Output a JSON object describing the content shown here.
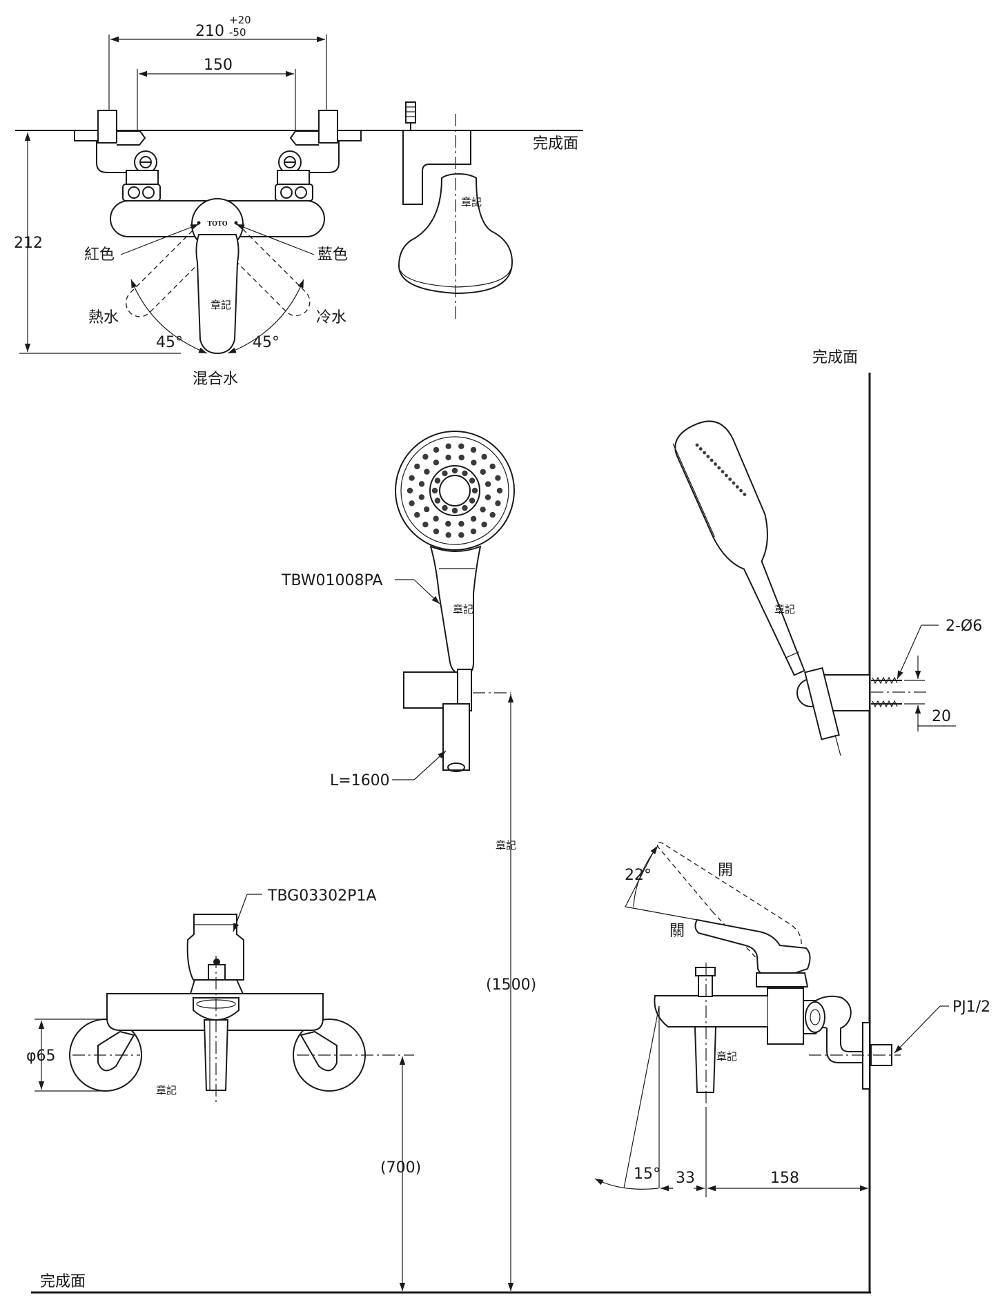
{
  "dimensions": {
    "width_210": "210",
    "tol_plus": "+20",
    "tol_minus": "-50",
    "width_150": "150",
    "height_212": "212",
    "angle_45": "45°",
    "dia_65": "φ65",
    "height_700": "(700)",
    "height_1500": "(1500)",
    "angle_22": "22°",
    "angle_15": "15°",
    "depth_33": "33",
    "depth_158": "158",
    "holes": "2-Ø6",
    "spacing_20": "20",
    "thread": "PJ1/2"
  },
  "labels": {
    "finished_surface": "完成面",
    "red": "紅色",
    "blue": "藍色",
    "hot_water": "熱水",
    "cold_water": "冷水",
    "mixed_water": "混合水",
    "emblem": "章記",
    "open": "開",
    "closed": "關",
    "brand": "TOTO"
  },
  "parts": {
    "hand_shower": "TBW01008PA",
    "hose_length": "L=1600",
    "spout_part": "TBG03302P1A"
  }
}
